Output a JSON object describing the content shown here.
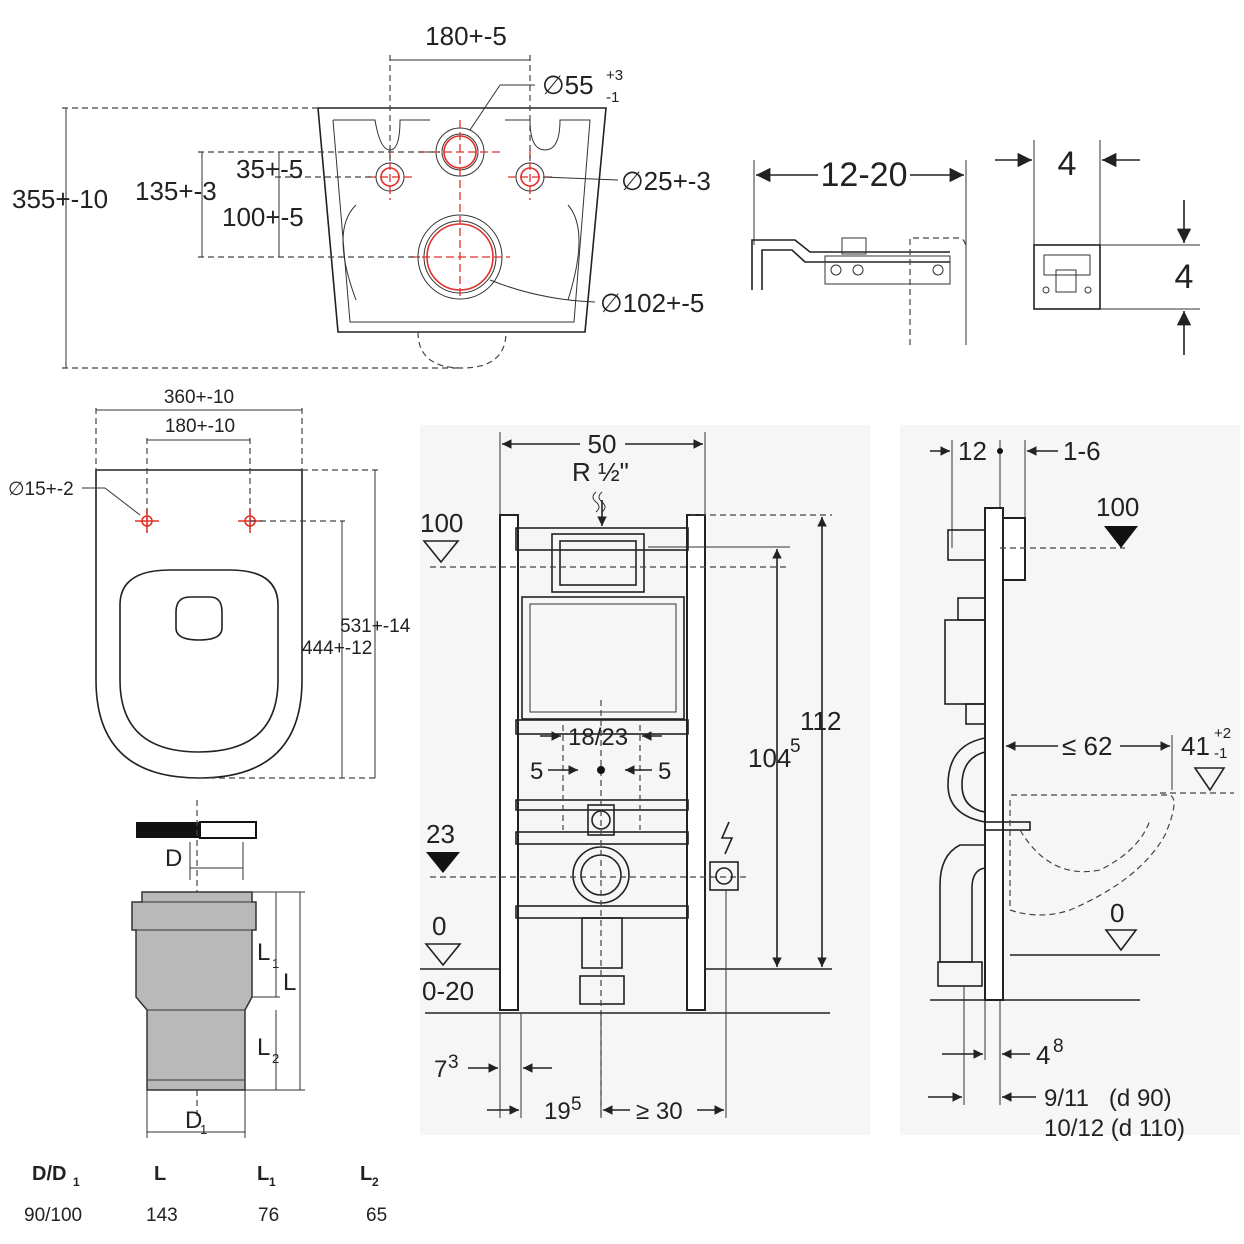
{
  "pan_top_view": {
    "dims": {
      "d180_5": "180+-5",
      "d55": "∅55",
      "d55_tol_plus": "+3",
      "d55_tol_minus": "-1",
      "d355": "355+-10",
      "d135": "135+-3",
      "d35": "35+-5",
      "d100": "100+-5",
      "d25": "∅25+-3",
      "d102": "∅102+-5"
    }
  },
  "bracket": {
    "dims": {
      "d12_20": "12-20",
      "d4a": "4",
      "d4b": "4"
    }
  },
  "pan_front_view": {
    "dims": {
      "d360": "360+-10",
      "d180_10": "180+-10",
      "d15": "∅15+-2",
      "d531": "531+-14",
      "d444": "444+-12"
    }
  },
  "pipe_adapter": {
    "labels": {
      "D": "D",
      "D1": "D",
      "D1_sub": "1",
      "L": "L",
      "L1": "L",
      "L1_sub": "1",
      "L2": "L",
      "L2_sub": "2"
    },
    "table": {
      "headers": [
        "D/D",
        "L",
        "L",
        "L"
      ],
      "header_subs": [
        "1",
        "",
        "1",
        "2"
      ],
      "rows": [
        [
          "90/100",
          "143",
          "76",
          "65"
        ]
      ]
    }
  },
  "frame_front": {
    "dims": {
      "d50": "50",
      "r_half": "R ½\"",
      "lvl100": "100",
      "lvl23": "23",
      "lvl0": "0",
      "d0_20": "0-20",
      "d18_23": "18/23",
      "d5a": "5",
      "d5b": "5",
      "d112": "112",
      "d104": "104",
      "d104_sup": "5",
      "d7": "7",
      "d7_sup": "3",
      "d19": "19",
      "d19_sup": "5",
      "d30": "≥ 30"
    }
  },
  "frame_side": {
    "dims": {
      "d12": "12",
      "d1_6": "1-6",
      "lvl100": "100",
      "d62": "≤ 62",
      "d41": "41",
      "d41_plus": "+2",
      "d41_minus": "-1",
      "lvl0": "0",
      "d4": "4",
      "d4_sup": "8",
      "d9_11": "9/11   (d 90)",
      "d10_12": "10/12 (d 110)"
    }
  },
  "colors": {
    "ink": "#222222",
    "axis_red": "#e0302a",
    "pipe_grey": "#b9b9b9"
  }
}
